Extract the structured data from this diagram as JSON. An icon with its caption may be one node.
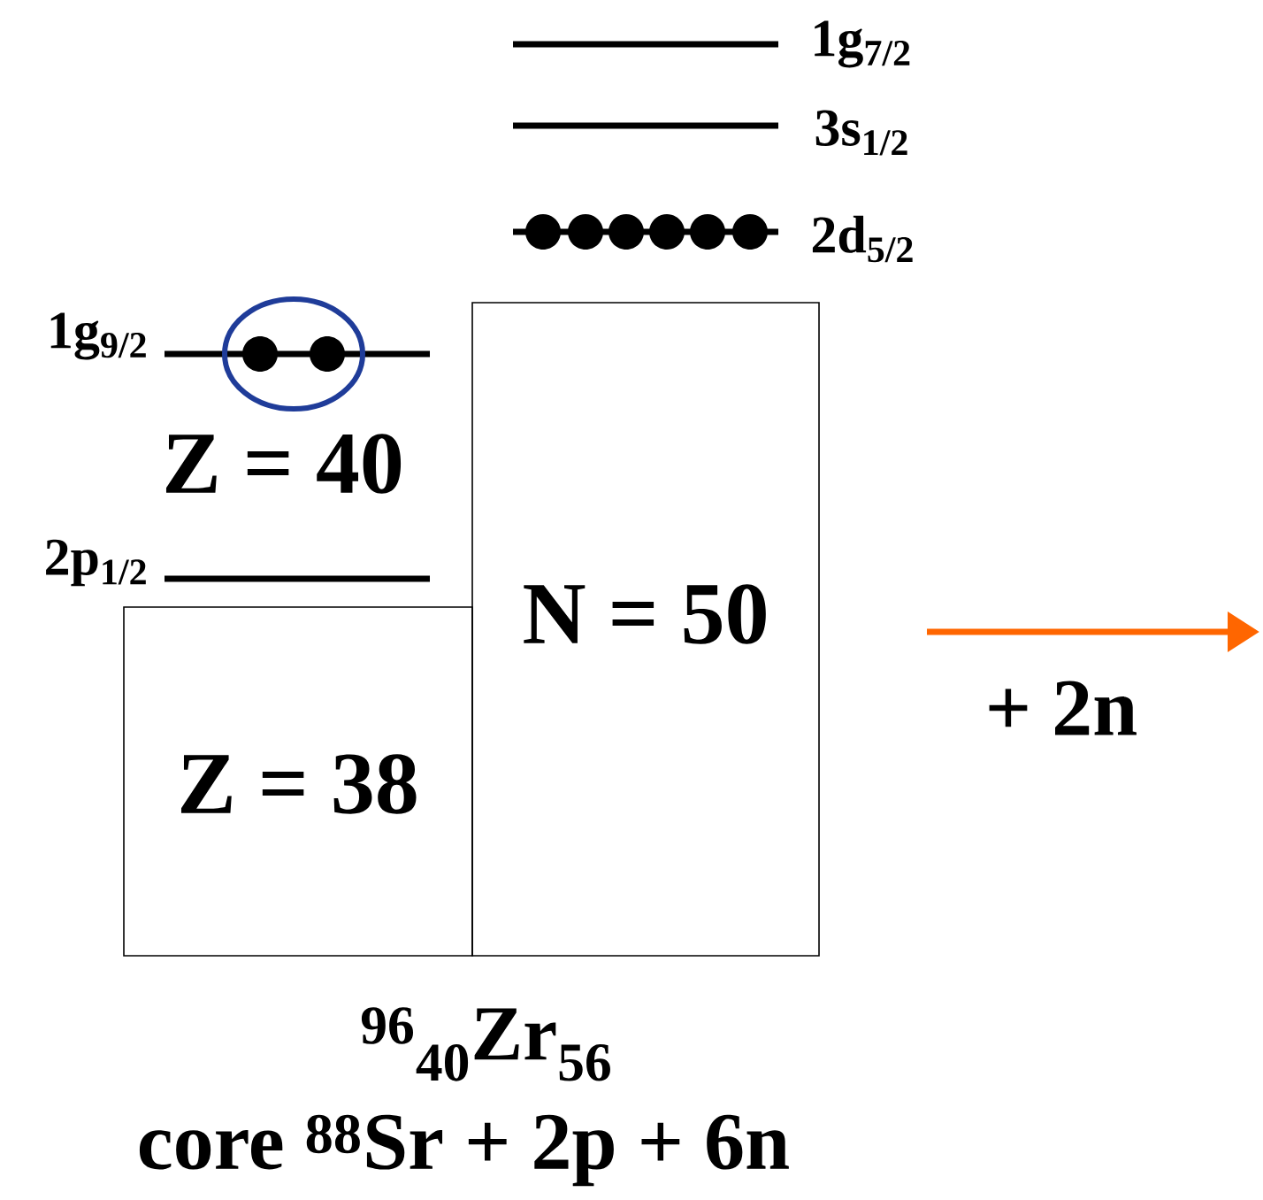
{
  "diagram": {
    "nodes": [
      {
        "text": [
          "N = 50"
        ]
      },
      {
        "text": [
          "Z = 38"
        ]
      }
    ],
    "labels": [
      "1g$_{7/2}$",
      "3s$_{1/2}$",
      "2d$_{5/2}$",
      "1g$_{9/2}$",
      "Z = 40",
      "2p$_{1/2}$",
      "+ 2n",
      "$^{96}$$_{40}$Zr$_{56}$",
      "core $^{88}$Sr + 2p + 6n"
    ]
  }
}
